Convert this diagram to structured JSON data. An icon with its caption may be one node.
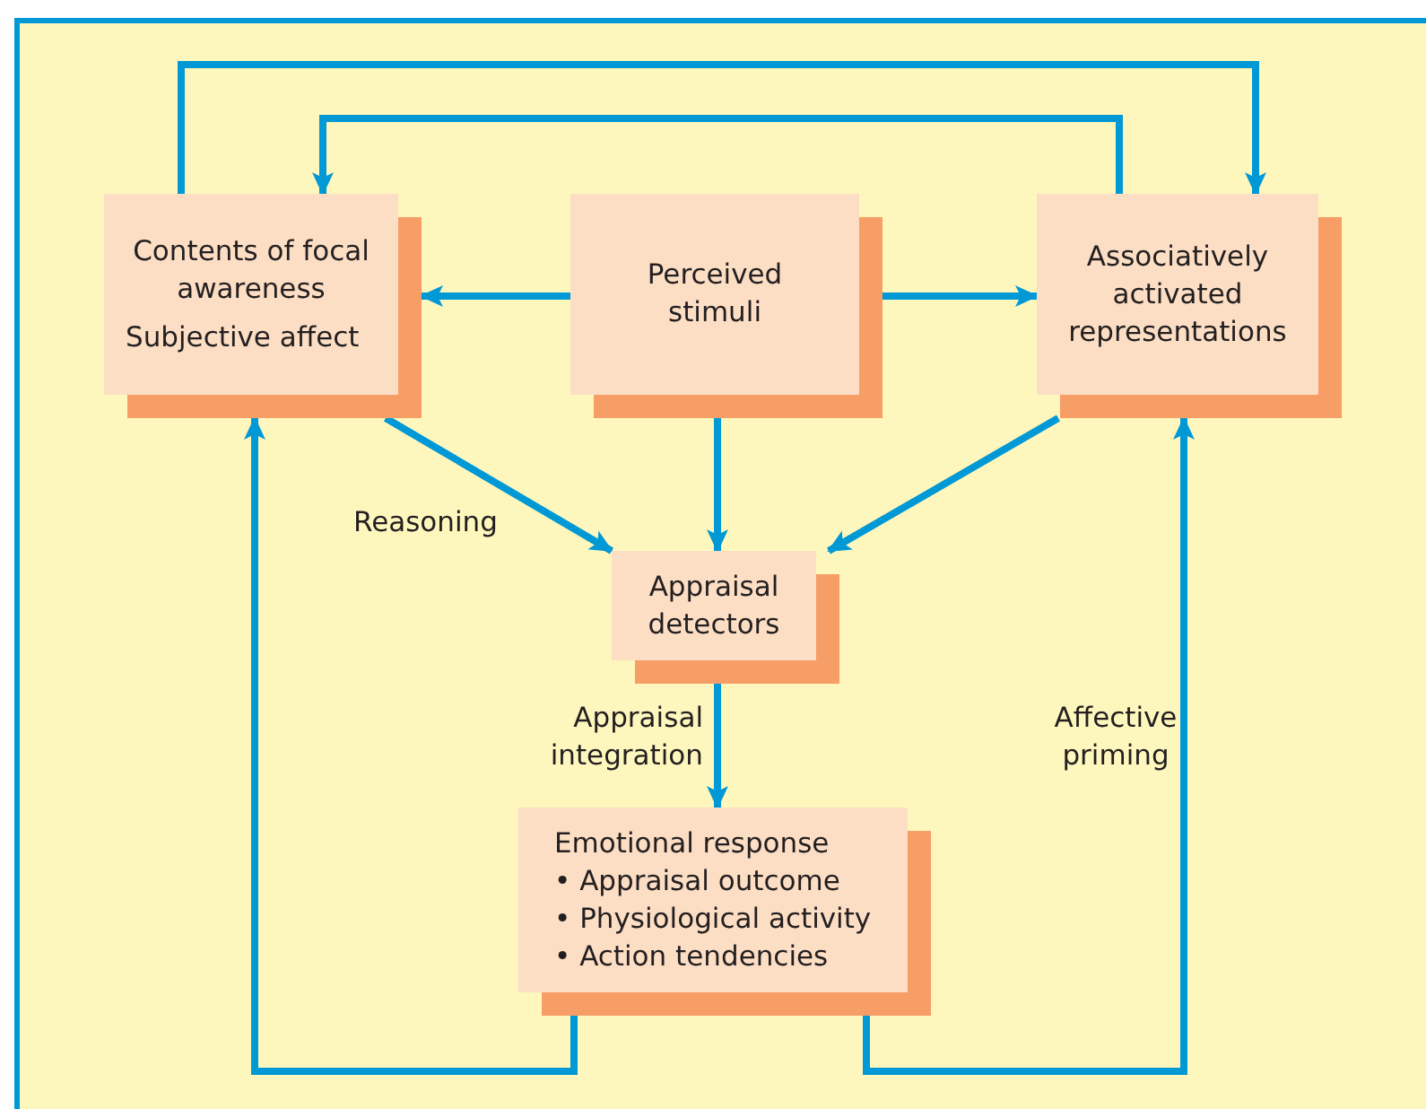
{
  "diagram": {
    "nodes": [
      {
        "text": [
          "Contents of focal awareness",
          "Subjective affect"
        ]
      },
      {
        "text": [
          "Perceived stimuli"
        ]
      },
      {
        "text": [
          "Associatively activated representations"
        ]
      },
      {
        "text": [
          "Appraisal detectors"
        ]
      },
      {
        "text": [
          "Emotional response",
          "• Appraisal outcome",
          "• Physiological activity",
          "• Action tendencies"
        ]
      }
    ],
    "edges": [
      {
        "from": 1,
        "to": 0,
        "arrow": "to"
      },
      {
        "from": 1,
        "to": 2,
        "arrow": "to"
      },
      {
        "from": 0,
        "to": 2,
        "arrow": "to"
      },
      {
        "from": 2,
        "to": 0,
        "arrow": "to"
      },
      {
        "from": 0,
        "to": 3,
        "arrow": "to",
        "label": "Reasoning"
      },
      {
        "from": 1,
        "to": 3,
        "arrow": "to"
      },
      {
        "from": 2,
        "to": 3,
        "arrow": "to"
      },
      {
        "from": 3,
        "to": 4,
        "arrow": "to",
        "label": "Appraisal integration"
      },
      {
        "from": 4,
        "to": 0,
        "arrow": "to"
      },
      {
        "from": 4,
        "to": 2,
        "arrow": "to",
        "label": "Affective priming"
      }
    ]
  }
}
